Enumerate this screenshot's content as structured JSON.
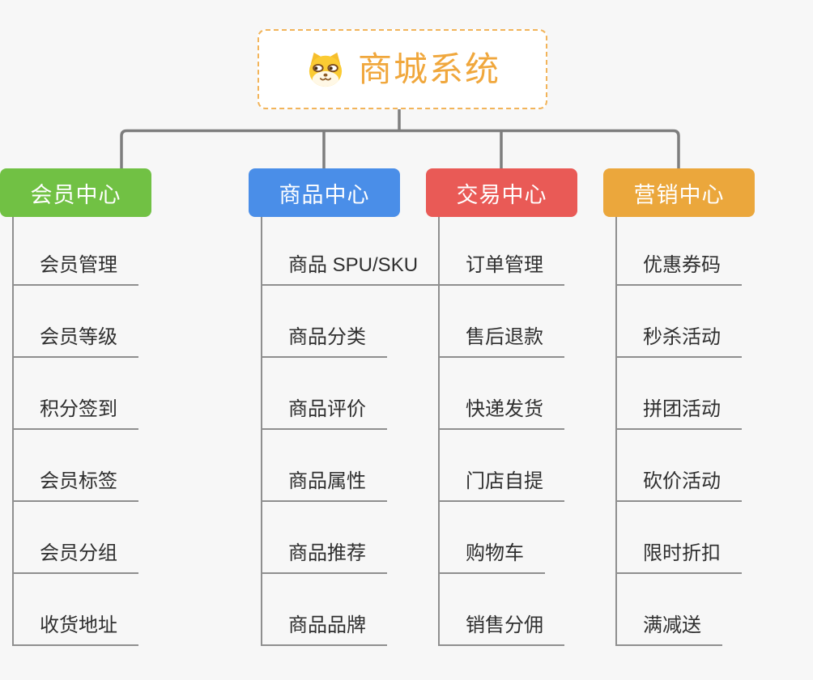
{
  "root": {
    "title": "商城系统",
    "icon": "dog-icon",
    "text_color": "#f0a73c",
    "border_color": "#f2b45a",
    "background": "#ffffff"
  },
  "connector_color": "#7e7e7e",
  "line_color": "#8f8f8f",
  "canvas_background": "#f7f7f7",
  "branches": [
    {
      "label": "商品中心",
      "color": "#4a8ee8",
      "items": [
        "商品 SPU/SKU",
        "商品分类",
        "商品评价",
        "商品属性",
        "商品推荐",
        "商品品牌"
      ]
    },
    {
      "label": "交易中心",
      "color": "#e95a56",
      "items": [
        "订单管理",
        "售后退款",
        "快递发货",
        "门店自提",
        "购物车",
        "销售分佣"
      ]
    },
    {
      "label": "营销中心",
      "color": "#eba73c",
      "items": [
        "优惠券码",
        "秒杀活动",
        "拼团活动",
        "砍价活动",
        "限时折扣",
        "满减送"
      ]
    },
    {
      "label": "会员中心",
      "color": "#71c144",
      "items": [
        "会员管理",
        "会员等级",
        "积分签到",
        "会员标签",
        "会员分组",
        "收货地址"
      ]
    }
  ]
}
